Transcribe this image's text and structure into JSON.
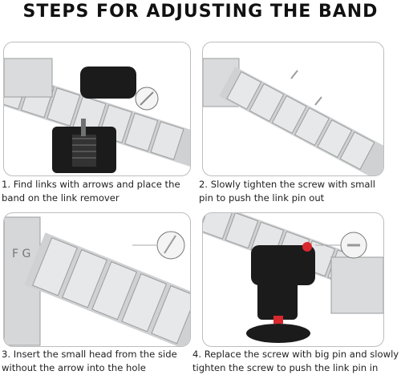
{
  "title": "STEPS FOR ADJUSTING THE BAND",
  "steps": [
    {
      "number": "1.",
      "line1": "1. Find links with arrows and place the",
      "line2": "band on the link remover"
    },
    {
      "number": "2.",
      "line1": "2. Slowly tighten the screw with small",
      "line2": "pin to push the link pin out"
    },
    {
      "number": "3.",
      "line1": "3. Insert the small head from the side",
      "line2": "without the arrow into the hole"
    },
    {
      "number": "4.",
      "line1": "4. Replace the screw with big pin and slowly",
      "line2": "tighten the screw to push the link pin in"
    }
  ],
  "clasp_text": "F G",
  "colors": {
    "steel": "#c9cbcc",
    "steel_dark": "#8d9093",
    "tool": "#1b1b1b",
    "accent_red": "#d8272d"
  }
}
